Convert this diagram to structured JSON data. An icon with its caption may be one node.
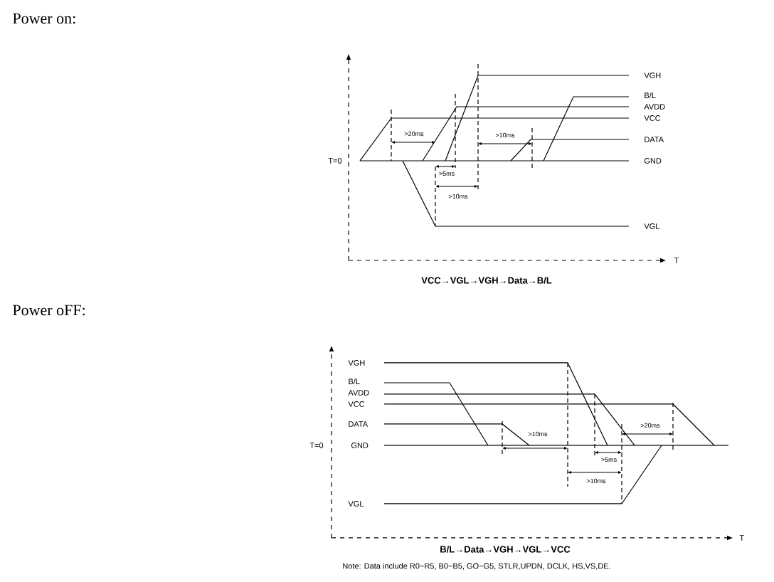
{
  "diagram": {
    "labels": [
      "Power on:",
      "VGH",
      "B/L",
      "AVDD",
      "VCC",
      "T=0",
      ">20ms",
      "DATA",
      ">10ms",
      "GND",
      ">5ms",
      ">10ms",
      "VGL",
      "T",
      "VCC→VGL→VGH→Data→B/L",
      "Power oFF:",
      "VGH",
      "B/L",
      "AVDD",
      "VCC",
      "DATA",
      ">10ms",
      ">20ms",
      "T=0",
      "GND",
      ">5ms",
      ">10ms",
      "VGL",
      "T",
      "B/L→Data→VGH→VGL→VCC",
      "Note: Data include R0~R5, B0~B5, GO~G5, STLR,UPDN, DCLK, HS,VS,DE."
    ]
  }
}
